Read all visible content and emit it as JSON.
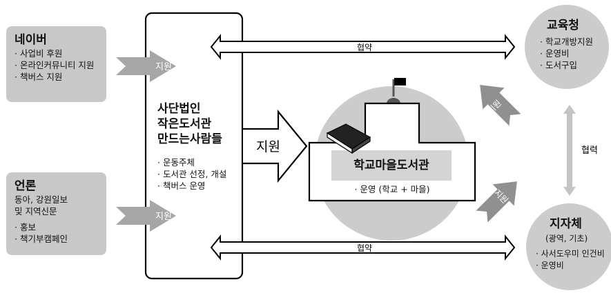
{
  "naver": {
    "title": "네이버",
    "items": [
      "· 사업비 후원",
      "· 온라인커뮤니티 지원",
      "· 책버스 지원"
    ]
  },
  "media": {
    "title": "언론",
    "lines": [
      "동아, 강원일보",
      "및 지역신문"
    ],
    "items": [
      "· 홍보",
      "· 책기부캠페인"
    ]
  },
  "org": {
    "name_lines": [
      "사단법인",
      "작은도서관",
      "만드는사람들"
    ],
    "items": [
      "· 운동주체",
      "· 도서관 선정, 개설",
      "· 책버스 운영"
    ]
  },
  "library": {
    "title": "학교마을도서관",
    "subtitle": "· 운영 (학교 + 마을)"
  },
  "office": {
    "title": "교육청",
    "items": [
      "· 학교개방지원",
      "· 운영비",
      "· 도서구입"
    ]
  },
  "local_gov": {
    "title": "지자체",
    "sub": "(광역, 기초)",
    "items": [
      "· 사서도우미 인건비",
      "· 운영비"
    ]
  },
  "arrows": {
    "support": "지원",
    "support_big": "지원",
    "cooperation": "협약",
    "collab": "협력"
  },
  "colors": {
    "box_fill": "#c8c8c8",
    "circle_fill": "#cccccc",
    "arrow_gray": "#a6a6a6",
    "arrow_dark_gray": "#8c8c8c",
    "outline": "#000000"
  }
}
